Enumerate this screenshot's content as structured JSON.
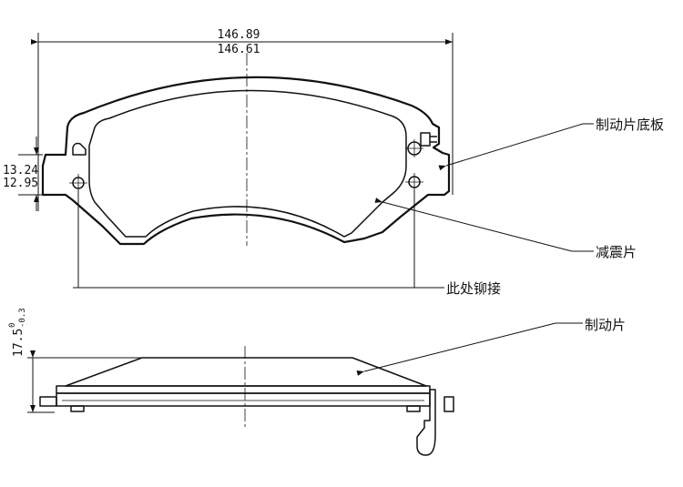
{
  "dimensions": {
    "width_max": "146.89",
    "width_min": "146.61",
    "height_max": "13.24",
    "height_min": "12.95",
    "thickness_nominal": "17.5",
    "thickness_upper_tol": "0",
    "thickness_lower_tol": "-0.3"
  },
  "labels": {
    "backing_plate": "制动片底板",
    "shim": "减震片",
    "rivet_here": "此处铆接",
    "brake_pad": "制动片"
  }
}
